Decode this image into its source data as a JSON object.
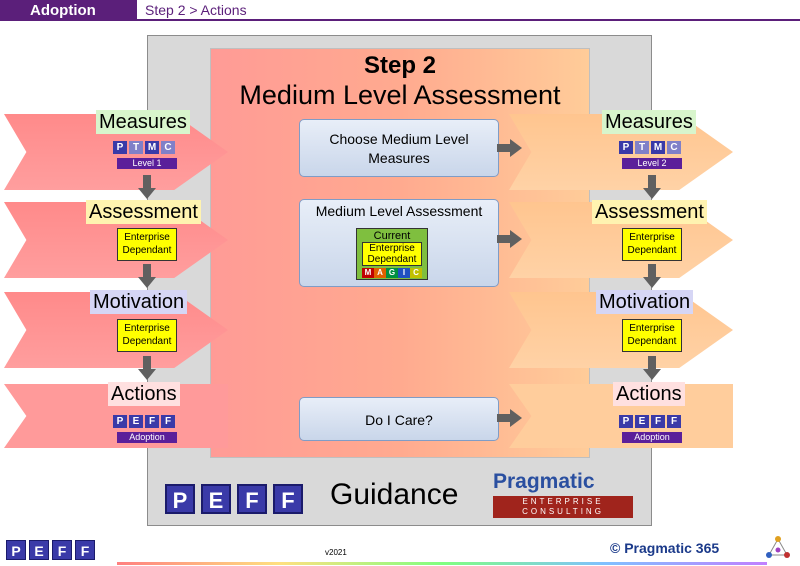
{
  "header": {
    "tag": "Adoption",
    "breadcrumb": "Step 2 > Actions"
  },
  "step": {
    "title": "Step 2",
    "subtitle": "Medium Level Assessment"
  },
  "left": {
    "measures": "Measures",
    "ptmc": [
      "P",
      "T",
      "M",
      "C"
    ],
    "level": "Level 1",
    "assessment": "Assessment",
    "assessment_value_1": "Enterprise",
    "assessment_value_2": "Dependant",
    "motivation": "Motivation",
    "motivation_value_1": "Enterprise",
    "motivation_value_2": "Dependant",
    "actions": "Actions",
    "peff": [
      "P",
      "E",
      "F",
      "F"
    ],
    "adoption": "Adoption"
  },
  "right": {
    "measures": "Measures",
    "ptmc": [
      "P",
      "T",
      "M",
      "C"
    ],
    "level": "Level 2",
    "assessment": "Assessment",
    "assessment_value_1": "Enterprise",
    "assessment_value_2": "Dependant",
    "motivation": "Motivation",
    "motivation_value_1": "Enterprise",
    "motivation_value_2": "Dependant",
    "actions": "Actions",
    "peff": [
      "P",
      "E",
      "F",
      "F"
    ],
    "adoption": "Adoption"
  },
  "center": {
    "choose_1": "Choose Medium Level",
    "choose_2": "Measures",
    "assessment_title": "Medium Level Assessment",
    "current": "Current",
    "current_value_1": "Enterprise",
    "current_value_2": "Dependant",
    "magic": [
      "M",
      "A",
      "G",
      "I",
      "C"
    ],
    "care": "Do I Care?"
  },
  "bottom": {
    "peff": [
      "P",
      "E",
      "F",
      "F"
    ],
    "guidance": "Guidance",
    "pragmatic": "Pragmatic",
    "enterprise": "ENTERPRISE",
    "consulting": "CONSULTING"
  },
  "footer": {
    "peff": [
      "P",
      "E",
      "F",
      "F"
    ],
    "version": "v2021",
    "copyright": "© Pragmatic 365"
  },
  "colors": {
    "brand_purple": "#5b1f7a",
    "peff_blue": "#3a3aa8",
    "pragmatic_red": "#a0241c"
  }
}
